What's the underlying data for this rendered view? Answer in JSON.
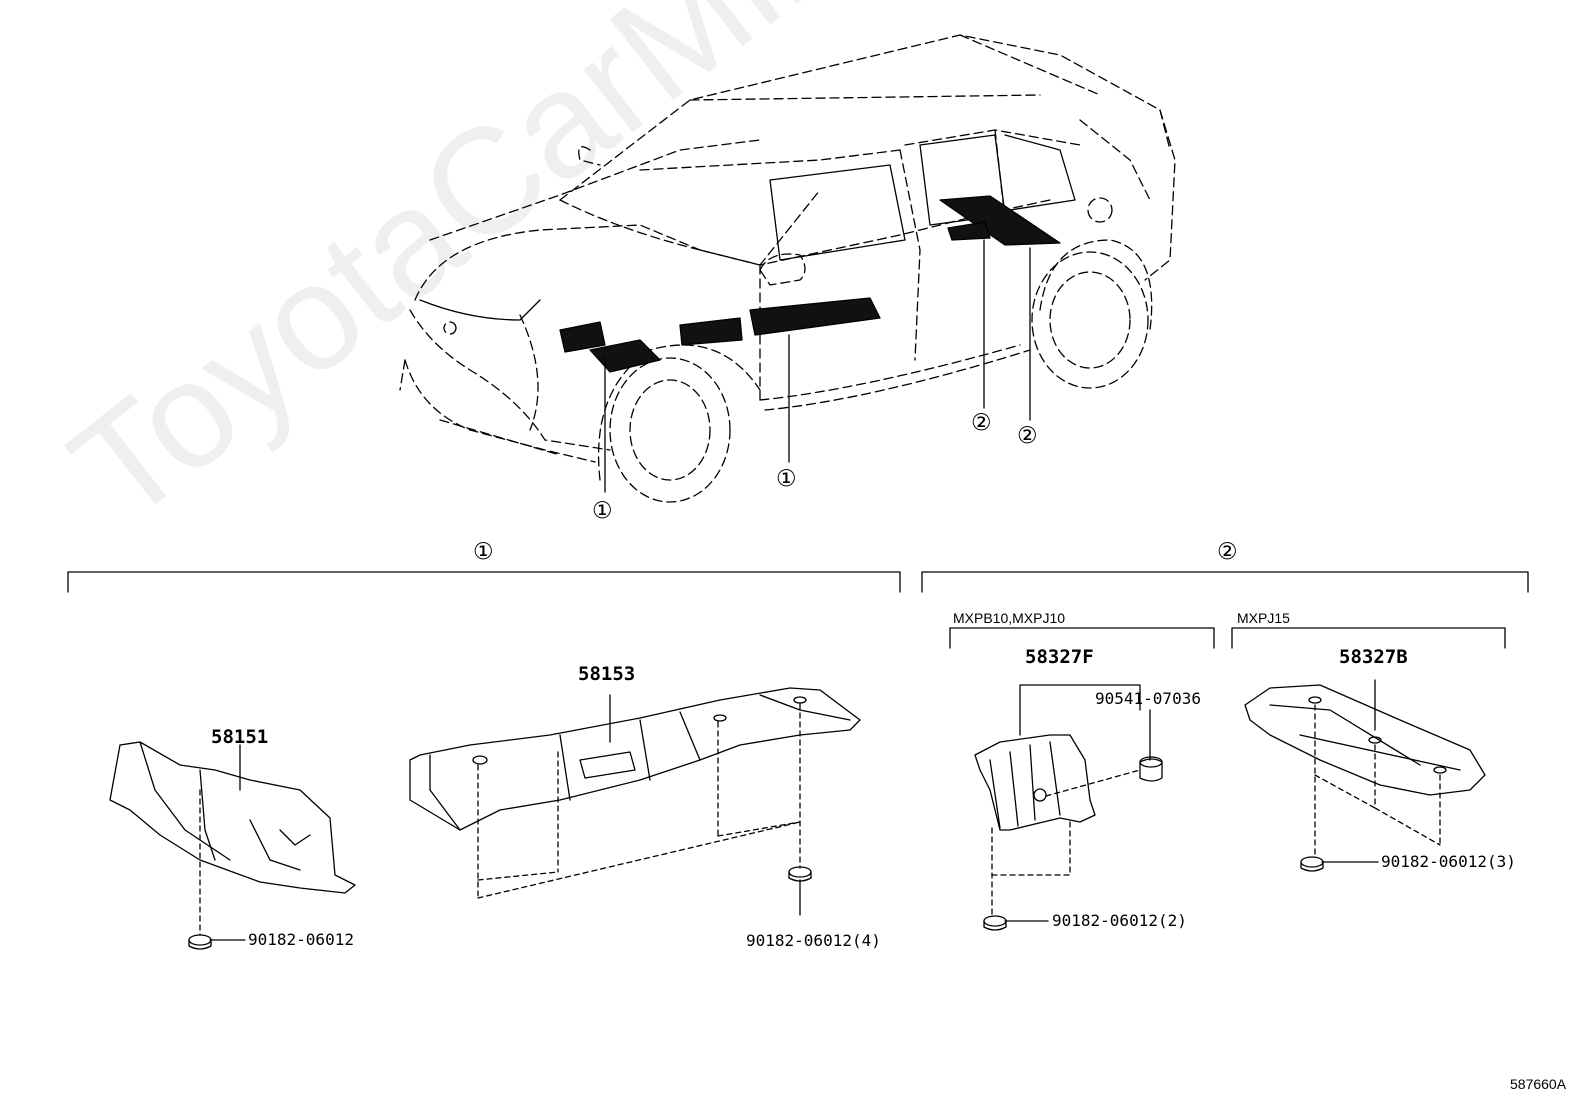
{
  "watermark": "ToyotaCarMine.ru",
  "figure_number": "587660A",
  "callouts": {
    "top_1a": "①",
    "top_1b": "①",
    "top_2a": "②",
    "top_2b": "②",
    "group_1": "①",
    "group_2": "②"
  },
  "groups": {
    "model_left": "MXPB10,MXPJ10",
    "model_right": "MXPJ15"
  },
  "parts": {
    "p58151": "58151",
    "p58153": "58153",
    "p58327F": "58327F",
    "p58327B": "58327B",
    "p90541": "90541-07036",
    "clip_a": "90182-06012",
    "clip_b": "90182-06012(4)",
    "clip_c": "90182-06012(2)",
    "clip_d": "90182-06012(3)"
  }
}
